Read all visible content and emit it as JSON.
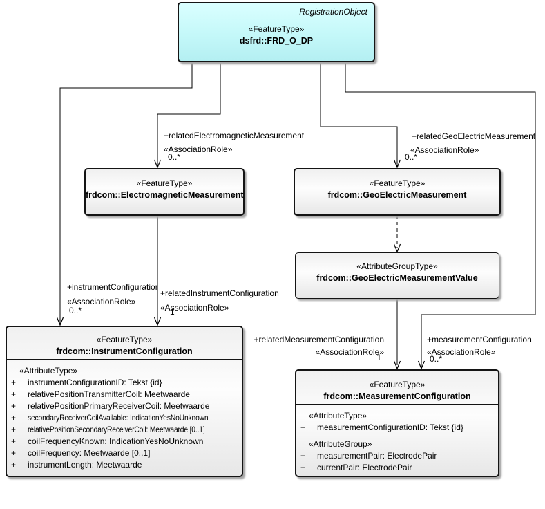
{
  "colors": {
    "registration_object_fill": "#c6f8f9",
    "class_fill": "#f2f2f2",
    "border": "#141414",
    "shadow": "#a8a8a8"
  },
  "visibility_prefix": "+",
  "top_box": {
    "annotation": "RegistrationObject",
    "stereotype": "«FeatureType»",
    "name": "dsfrd::FRD_O_DP"
  },
  "boxes": {
    "electromagnetic": {
      "stereotype": "«FeatureType»",
      "name": "frdcom::ElectromagneticMeasurement"
    },
    "geoelectric": {
      "stereotype": "«FeatureType»",
      "name": "frdcom::GeoElectricMeasurement"
    },
    "geoelectric_value": {
      "stereotype": "«AttributeGroupType»",
      "name": "frdcom::GeoElectricMeasurementValue"
    },
    "instrument": {
      "stereotype": "«FeatureType»",
      "name": "frdcom::InstrumentConfiguration",
      "sections": [
        {
          "label": "«AttributeType»",
          "items": [
            "instrumentConfigurationID: Tekst {id}",
            "relativePositionTransmitterCoil: Meetwaarde",
            "relativePositionPrimaryReceiverCoil: Meetwaarde",
            "secondaryReceiverCoilAvailable: IndicationYesNoUnknown",
            "relativePositionSecondaryReceiverCoil: Meetwaarde [0..1]",
            "coilFrequencyKnown: IndicationYesNoUnknown",
            "coilFrequency: Meetwaarde [0..1]",
            "instrumentLength: Meetwaarde"
          ]
        }
      ]
    },
    "measurement": {
      "stereotype": "«FeatureType»",
      "name": "frdcom::MeasurementConfiguration",
      "sections": [
        {
          "label": "«AttributeType»",
          "items": [
            "measurementConfigurationID: Tekst {id}"
          ]
        },
        {
          "label": "«AttributeGroup»",
          "items": [
            "measurementPair: ElectrodePair",
            "currentPair: ElectrodePair"
          ]
        }
      ]
    }
  },
  "connector_labels": {
    "related_electromagnetic": {
      "role": "+relatedElectromagneticMeasurement",
      "stereotype": "«AssociationRole»",
      "multiplicity": "0..*"
    },
    "related_geoelectric": {
      "role": "+relatedGeoElectricMeasurement",
      "stereotype": "«AssociationRole»",
      "multiplicity": "0..*"
    },
    "instrument_configuration": {
      "role": "+instrumentConfiguration",
      "stereotype": "«AssociationRole»",
      "multiplicity": "0..*"
    },
    "related_instrument_configuration": {
      "role": "+relatedInstrumentConfiguration",
      "stereotype": "«AssociationRole»",
      "multiplicity": "1"
    },
    "related_measurement_configuration": {
      "role": "+relatedMeasurementConfiguration",
      "stereotype": "«AssociationRole»",
      "multiplicity": "1"
    },
    "measurement_configuration": {
      "role": "+measurementConfiguration",
      "stereotype": "«AssociationRole»",
      "multiplicity": "0..*"
    }
  }
}
